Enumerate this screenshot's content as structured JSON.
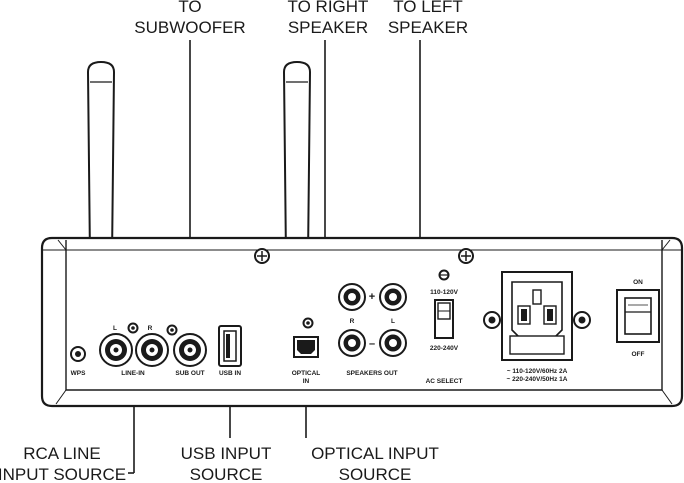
{
  "callouts": {
    "subwoofer": [
      "TO",
      "SUBWOOFER"
    ],
    "right_speaker": [
      "TO RIGHT",
      "SPEAKER"
    ],
    "left_speaker": [
      "TO LEFT",
      "SPEAKER"
    ],
    "rca": [
      "RCA LINE",
      "INPUT SOURCE"
    ],
    "usb": [
      "USB INPUT",
      "SOURCE"
    ],
    "optical": [
      "OPTICAL INPUT",
      "SOURCE"
    ]
  },
  "panel_labels": {
    "wps": "WPS",
    "rca_l": "L",
    "rca_r": "R",
    "line_in": "LINE-IN",
    "sub_out": "SUB OUT",
    "usb_in": "USB IN",
    "optical": [
      "OPTICAL",
      "IN"
    ],
    "spk_r": "R",
    "spk_l": "L",
    "plus": "+",
    "minus": "–",
    "speakers_out": "SPEAKERS OUT",
    "v110": "110-120V",
    "v220": "220-240V",
    "ac_select": "AC SELECT",
    "power_spec": [
      "~ 110-120V/60Hz 2A",
      "~ 220-240V/50Hz 1A"
    ],
    "on": "ON",
    "off": "OFF"
  }
}
